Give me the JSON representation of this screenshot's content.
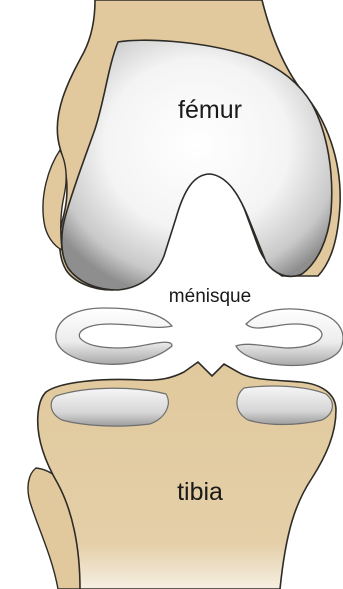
{
  "labels": {
    "femur": "fémur",
    "menisque": "ménisque",
    "tibia": "tibia"
  },
  "colors": {
    "bone": "#e1c99d",
    "outline": "#2e2b27",
    "cartilage_white": "#ffffff",
    "cartilage_shadow": "#8d8d8d",
    "background": "#ffffff"
  }
}
